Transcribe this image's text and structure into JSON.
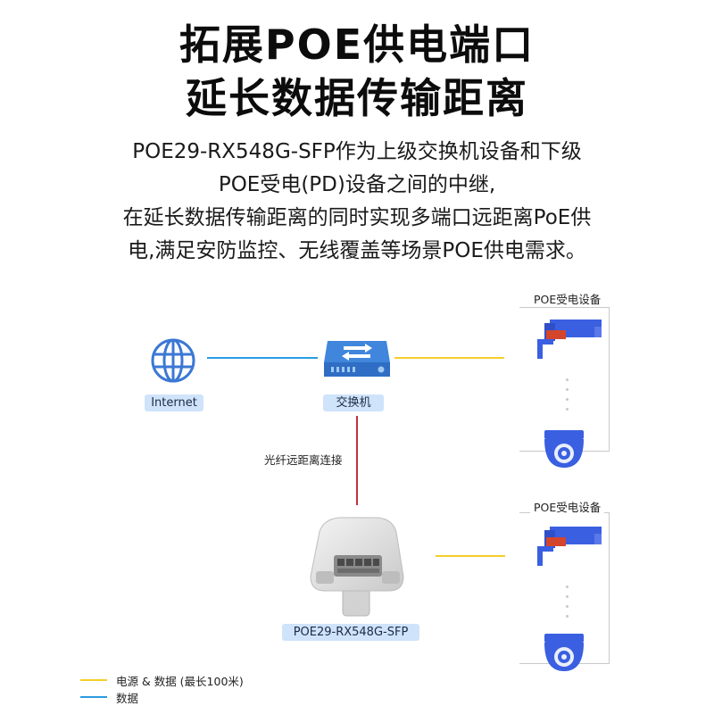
{
  "title": {
    "line1": "拓展POE供电端口",
    "line2": "延长数据传输距离"
  },
  "description": {
    "line1": "POE29-RX548G-SFP作为上级交换机设备和下级",
    "line2": "POE受电(PD)设备之间的中继,",
    "line3": "在延长数据传输距离的同时实现多端口远距离PoE供",
    "line4": "电,满足安防监控、无线覆盖等场景POE供电需求。"
  },
  "diagram": {
    "internet_label": "Internet",
    "switch_label": "交换机",
    "fiber_label": "光纤远距离连接",
    "device_label": "POE29-RX548G-SFP",
    "pd_group_top_label": "POE受电设备",
    "pd_group_bottom_label": "POE受电设备"
  },
  "legend": {
    "power_data": "电源 & 数据 (最长100米)",
    "data": "数据"
  },
  "colors": {
    "power_data_line": "#f5cf2a",
    "data_line": "#2a9be0",
    "fiber_line": "#c0313b",
    "label_bg": "#cfe3fb",
    "camera_blue": "#3a5fe0",
    "camera_accent": "#d4462c"
  }
}
